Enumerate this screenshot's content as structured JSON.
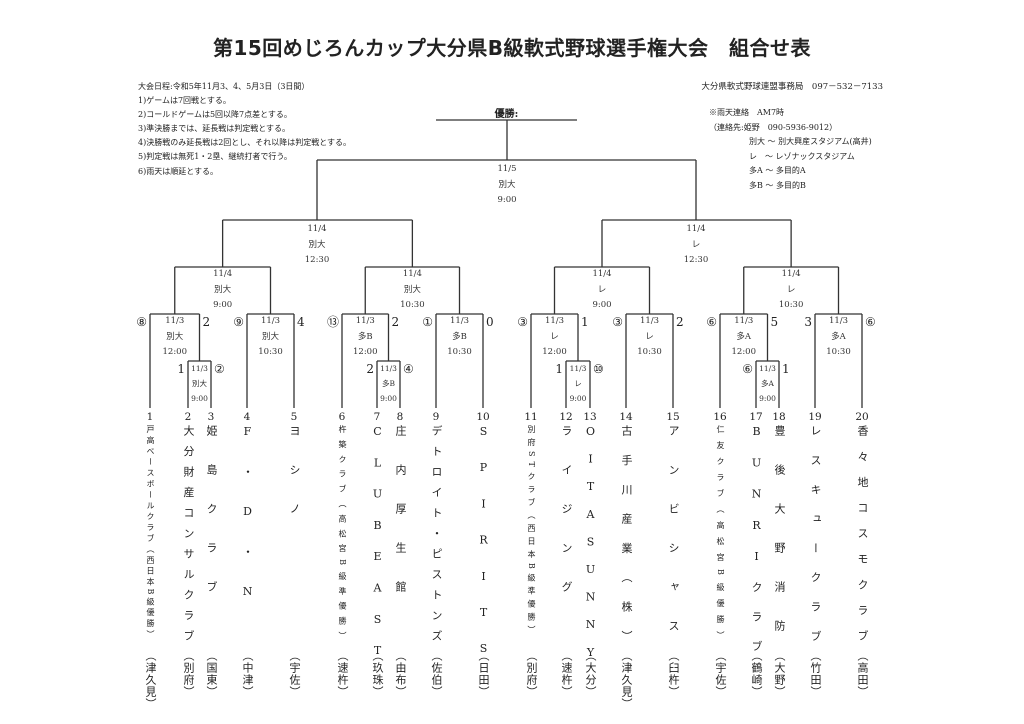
{
  "title": "第15回めじろんカップ大分県B級軟式野球選手権大会　組合せ表",
  "notes": {
    "schedule": "大会日程:令和5年11月3、4、5月3日（3日間）",
    "rules": [
      "1)ゲームは7回戦とする。",
      "2)コールドゲームは5回以降7点差とする。",
      "3)準決勝までは、延長戦は判定戦とする。",
      "4)決勝戦のみ延長戦は2回とし、それ以降は判定戦とする。",
      "5)判定戦は無死1・2塁、継続打者で行う。",
      "6)雨天は順延とする。"
    ]
  },
  "contact": {
    "office": "大分県軟式野球連盟事務局　097－532－7133",
    "rain": "※雨天連絡　AM7時",
    "phone": "（連絡先:姫野　090-5936-9012）",
    "venues": [
      "別大 ～ 別大興産スタジアム(高井)",
      "レ　～ レゾナックスタジアム",
      "多A ～ 多目的A",
      "多B ～ 多目的B"
    ]
  },
  "champion_label": "優勝:",
  "final": {
    "date": "11/5",
    "venue": "別大",
    "time": "9:00"
  },
  "semis": [
    {
      "date": "11/4",
      "venue": "別大",
      "time": "12:30"
    },
    {
      "date": "11/4",
      "venue": "レ",
      "time": "12:30"
    }
  ],
  "quarters": [
    {
      "date": "11/4",
      "venue": "別大",
      "time": "9:00"
    },
    {
      "date": "11/4",
      "venue": "別大",
      "time": "10:30"
    },
    {
      "date": "11/4",
      "venue": "レ",
      "time": "9:00"
    },
    {
      "date": "11/4",
      "venue": "レ",
      "time": "10:30"
    }
  ],
  "round2": [
    {
      "date": "11/3",
      "venue": "別大",
      "time": "12:00",
      "left": "⑧",
      "right": "2"
    },
    {
      "date": "11/3",
      "venue": "別大",
      "time": "10:30",
      "left": "⑨",
      "right": "4"
    },
    {
      "date": "11/3",
      "venue": "多B",
      "time": "12:00",
      "left": "⑬",
      "right": "2"
    },
    {
      "date": "11/3",
      "venue": "多B",
      "time": "10:30",
      "left": "①",
      "right": "0"
    },
    {
      "date": "11/3",
      "venue": "レ",
      "time": "12:00",
      "left": "③",
      "right": "1"
    },
    {
      "date": "11/3",
      "venue": "レ",
      "time": "10:30",
      "left": "③",
      "right": "2"
    },
    {
      "date": "11/3",
      "venue": "多A",
      "time": "12:00",
      "left": "⑥",
      "right": "5"
    },
    {
      "date": "11/3",
      "venue": "多A",
      "time": "10:30",
      "left": "3",
      "right": "⑥"
    }
  ],
  "round1": [
    {
      "date": "11/3",
      "venue": "別大",
      "time": "9:00",
      "left": "1",
      "right": "②"
    },
    {
      "date": "11/3",
      "venue": "多B",
      "time": "9:00",
      "left": "2",
      "right": "④"
    },
    {
      "date": "11/3",
      "venue": "レ",
      "time": "9:00",
      "left": "1",
      "right": "⑩"
    },
    {
      "date": "11/3",
      "venue": "多A",
      "time": "9:00",
      "left": "⑥",
      "right": "1"
    }
  ],
  "teams": [
    {
      "no": "1",
      "name": "戸高ベースボールクラブ（西日本B級優勝）",
      "region": "（津久見）"
    },
    {
      "no": "2",
      "name": "大分財産コンサルクラブ",
      "region": "（別府）"
    },
    {
      "no": "3",
      "name": "姫島クラブ",
      "region": "（国東）"
    },
    {
      "no": "4",
      "name": "F・D・N",
      "region": "（中津）"
    },
    {
      "no": "5",
      "name": "ヨシノ",
      "region": "（宇佐）"
    },
    {
      "no": "6",
      "name": "杵築クラブ（高松宮B級準優勝）",
      "region": "（速杵）"
    },
    {
      "no": "7",
      "name": "CLUBEAST",
      "region": "（玖珠）"
    },
    {
      "no": "8",
      "name": "庄内厚生館",
      "region": "（由布）"
    },
    {
      "no": "9",
      "name": "デトロイト・ピストンズ",
      "region": "（佐伯）"
    },
    {
      "no": "10",
      "name": "SPIRITS",
      "region": "（日田）"
    },
    {
      "no": "11",
      "name": "別府STクラブ（西日本B級準優勝）",
      "region": "（別府）"
    },
    {
      "no": "12",
      "name": "ライジング",
      "region": "（速杵）"
    },
    {
      "no": "13",
      "name": "OITASUNNY",
      "region": "（大分）"
    },
    {
      "no": "14",
      "name": "古手川産業（株）",
      "region": "（津久見）"
    },
    {
      "no": "15",
      "name": "アンビシャス",
      "region": "（臼杵）"
    },
    {
      "no": "16",
      "name": "仁友クラブ（高松宮B級優勝）",
      "region": "（宇佐）"
    },
    {
      "no": "17",
      "name": "BUNRIクラブ",
      "region": "（鶴崎）"
    },
    {
      "no": "18",
      "name": "豊後大野消防",
      "region": "（大野）"
    },
    {
      "no": "19",
      "name": "レスキュークラブ",
      "region": "（竹田）"
    },
    {
      "no": "20",
      "name": "香々地コスモクラブ",
      "region": "（高田）"
    }
  ]
}
